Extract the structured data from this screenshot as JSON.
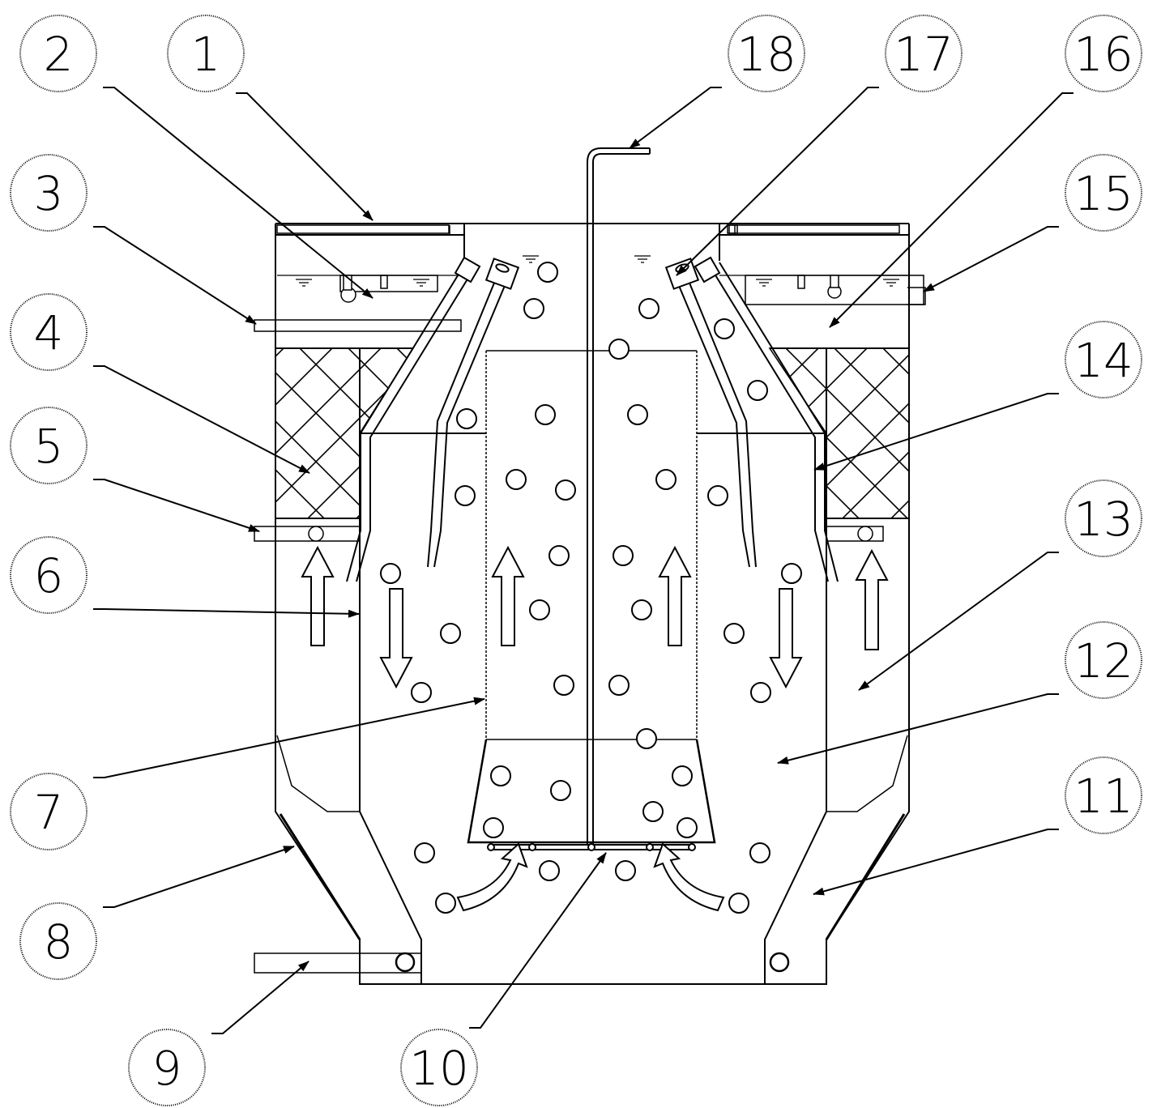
{
  "diagram": {
    "callouts": [
      {
        "id": "c2",
        "label": "2"
      },
      {
        "id": "c1",
        "label": "1"
      },
      {
        "id": "c3",
        "label": "3"
      },
      {
        "id": "c4",
        "label": "4"
      },
      {
        "id": "c5",
        "label": "5"
      },
      {
        "id": "c6",
        "label": "6"
      },
      {
        "id": "c7",
        "label": "7"
      },
      {
        "id": "c8",
        "label": "8"
      },
      {
        "id": "c9",
        "label": "9"
      },
      {
        "id": "c10",
        "label": "10"
      },
      {
        "id": "c11",
        "label": "11"
      },
      {
        "id": "c12",
        "label": "12"
      },
      {
        "id": "c13",
        "label": "13"
      },
      {
        "id": "c14",
        "label": "14"
      },
      {
        "id": "c15",
        "label": "15"
      },
      {
        "id": "c16",
        "label": "16"
      },
      {
        "id": "c17",
        "label": "17"
      },
      {
        "id": "c18",
        "label": "18"
      }
    ],
    "colors": {
      "line": "#000000",
      "background": "#ffffff"
    }
  }
}
